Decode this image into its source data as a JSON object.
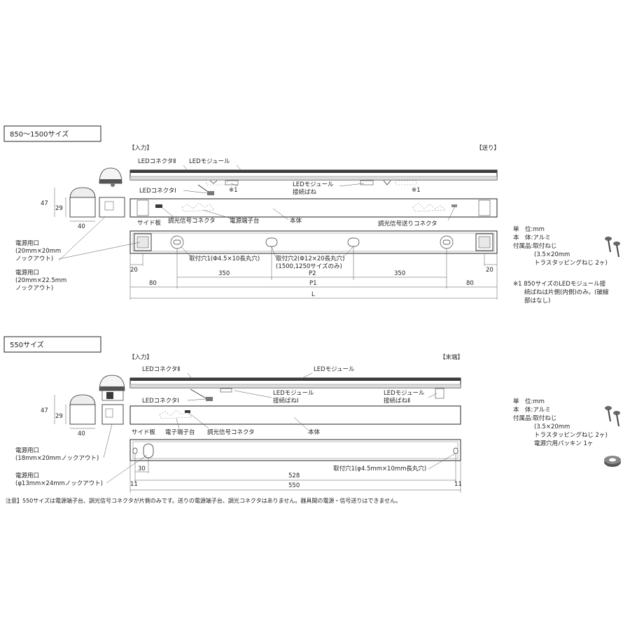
{
  "sections": {
    "large": {
      "title": "850〜1500サイズ",
      "input_label": "【入力】",
      "feed_label": "【送り】",
      "labels": {
        "led_connector_2": "LEDコネクタⅡ",
        "led_module": "LEDモジュール",
        "led_connector_1": "LEDコネクタⅠ",
        "note_1a": "※1",
        "note_1b": "※1",
        "module_spring_1": "LEDモジュール",
        "module_spring_2": "接続ばね",
        "dimming_connector": "調光信号コネクタ",
        "power_terminal": "電源端子台",
        "main_body": "本体",
        "dimming_feed_connector": "調光信号送りコネクタ",
        "side_plate": "サイド板",
        "mount_hole_1": "取付穴1(Φ4.5×10長丸穴)",
        "mount_hole_2": "取付穴2(Φ12×20長丸穴)",
        "mount_hole_2_note": "(1500,1250サイズのみ)",
        "power_port_a1": "電源用口",
        "power_port_a2": "(20mm×20mm",
        "power_port_a3": "ノックアウト)",
        "power_port_b1": "電源用口",
        "power_port_b2": "(20mm×22.5mm",
        "power_port_b3": "ノックアウト)"
      },
      "dims": {
        "h47": "47",
        "h29": "29",
        "w40": "40",
        "d20l": "20",
        "d20r": "20",
        "d80l": "80",
        "d350l": "350",
        "dP2": "P2",
        "d350r": "350",
        "d80r": "80",
        "dP1": "P1",
        "dL": "L"
      },
      "spec": {
        "unit": "単　位:mm",
        "body": "本　体:アルミ",
        "accessory": "付属品:取付ねじ",
        "screw_size": "(3.5×20mm",
        "screw_type": "トラスタッピングねじ 2ヶ)",
        "note1": "※1  850サイズのLEDモジュール接",
        "note2": "続ばねは片側(内側)のみ。(破線",
        "note3": "部はなし)"
      }
    },
    "small": {
      "title": "550サイズ",
      "input_label": "【入力】",
      "end_label": "【末端】",
      "labels": {
        "led_connector_2": "LEDコネクタⅡ",
        "led_module": "LEDモジュール",
        "module_spring_1a": "LEDモジュール",
        "module_spring_1b": "接続ばねⅠ",
        "module_spring_2a": "LEDモジュール",
        "module_spring_2b": "接続ばねⅡ",
        "led_connector_1": "LEDコネクタⅠ",
        "side_plate": "サイド板",
        "power_terminal": "電子端子台",
        "dimming_connector": "調光信号コネクタ",
        "main_body": "本体",
        "mount_hole": "取付穴1(φ4.5mm×10mm長丸穴)",
        "power_port_a1": "電源用口",
        "power_port_a2": "(18mm×20mmノックアウト)",
        "power_port_b1": "電源用口",
        "power_port_b2": "(φ13mm×24mmノックアウト)"
      },
      "dims": {
        "h47": "47",
        "h29": "29",
        "w40": "40",
        "d30": "30",
        "d528": "528",
        "d11l": "11",
        "d11r": "11",
        "d550": "550"
      },
      "spec": {
        "unit": "単　位:mm",
        "body": "本　体:アルミ",
        "accessory": "付属品:取付ねじ",
        "screw_size": "(3.5×20mm",
        "screw_type": "トラスタッピングねじ 2ヶ)",
        "packing": "電源穴用パッキン  1ヶ"
      }
    }
  },
  "footer_note": "注意】550サイズは電源端子台、調光信号コネクタが片側のみです。送りの電源端子台、調光コネクタはありません。器具間の電源・信号送りはできません。"
}
